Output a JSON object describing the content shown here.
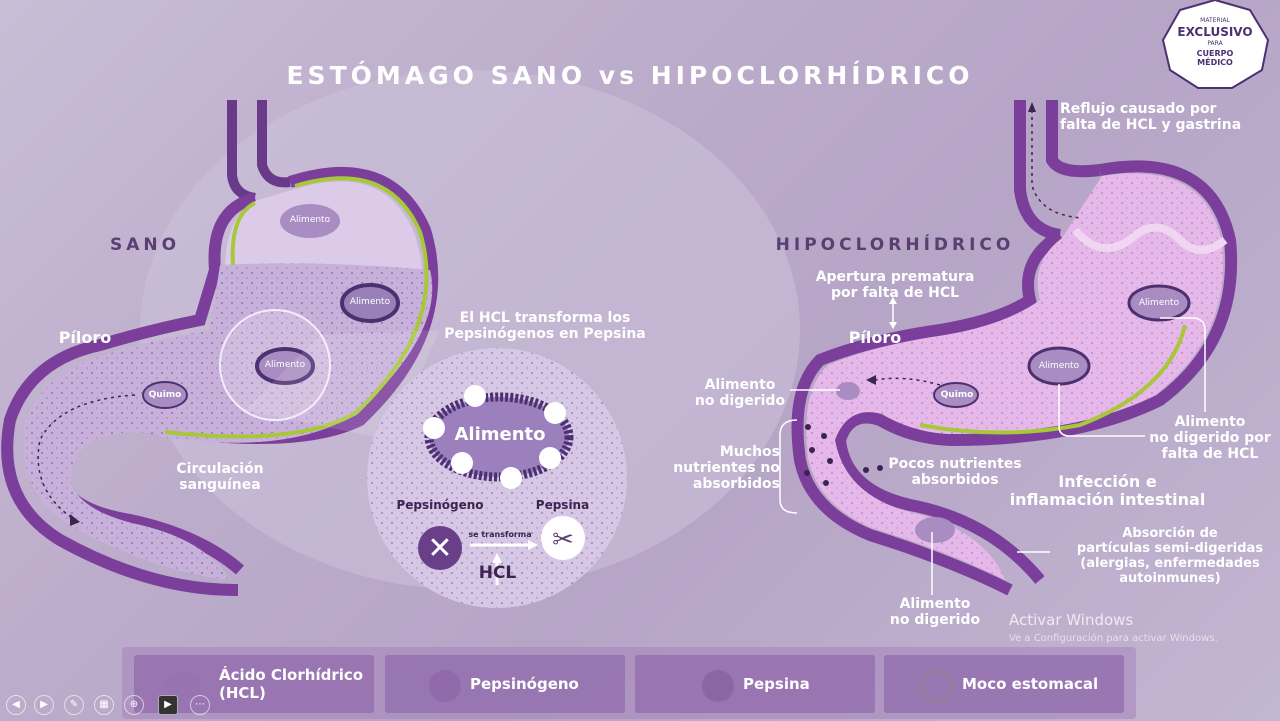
{
  "title": "ESTÓMAGO SANO vs HIPOCLORHÍDRICO",
  "badge": {
    "line1": "MATERIAL",
    "line2": "EXCLUSIVO",
    "line3": "PARA",
    "line4": "CUERPO",
    "line5": "MÉDICO"
  },
  "sano": {
    "heading": "SANO",
    "piloro": "Píloro",
    "alimento_top": "Alimento",
    "alimento_mid": "Alimento",
    "alimento_zoom_small": "Alimento",
    "quimo": "Quimo",
    "circulacion": [
      "Circulación",
      "sanguínea"
    ],
    "hcl_note": [
      "El HCL transforma los",
      "Pepsinógenos en Pepsina"
    ],
    "zoom": {
      "alimento": "Alimento",
      "pepsinogeno": "Pepsinógeno",
      "pepsina": "Pepsina",
      "transforma": "se transforma",
      "hcl": "HCL"
    }
  },
  "hipo": {
    "heading": "HIPOCLORHÍDRICO",
    "reflujo": [
      "Reflujo causado por",
      "falta de HCL y gastrina"
    ],
    "apertura": [
      "Apertura prematura",
      "por falta de HCL"
    ],
    "piloro": "Píloro",
    "alimento_nd": [
      "Alimento",
      "no digerido"
    ],
    "quimo": "Quimo",
    "alimento1": "Alimento",
    "alimento2": "Alimento",
    "nd_falta": [
      "Alimento",
      "no digerido por",
      "falta de HCL"
    ],
    "muchos": [
      "Muchos",
      "nutrientes no",
      "absorbidos"
    ],
    "pocos": [
      "Pocos nutrientes",
      "absorbidos"
    ],
    "infeccion": [
      "Infección e",
      "inflamación intestinal"
    ],
    "absorcion": [
      "Absorción de",
      "partículas semi-digeridas",
      "(alergias, enfermedades",
      "autoinmunes)"
    ],
    "alimento_bottom": [
      "Alimento",
      "no digerido"
    ]
  },
  "legend": [
    {
      "label": "Ácido Clorhídrico",
      "label2": "(HCL)"
    },
    {
      "label": "Pepsinógeno",
      "label2": ""
    },
    {
      "label": "Pepsina",
      "label2": ""
    },
    {
      "label": "Moco estomacal",
      "label2": ""
    }
  ],
  "watermark": {
    "line1": "Activar Windows",
    "line2": "Ve a Configuración para activar Windows."
  },
  "colors": {
    "wall": "#7b3f9b",
    "mucus": "#a8c83a",
    "lumen": "#d9c6e6",
    "hipo_lumen": "#e6b8ea"
  }
}
